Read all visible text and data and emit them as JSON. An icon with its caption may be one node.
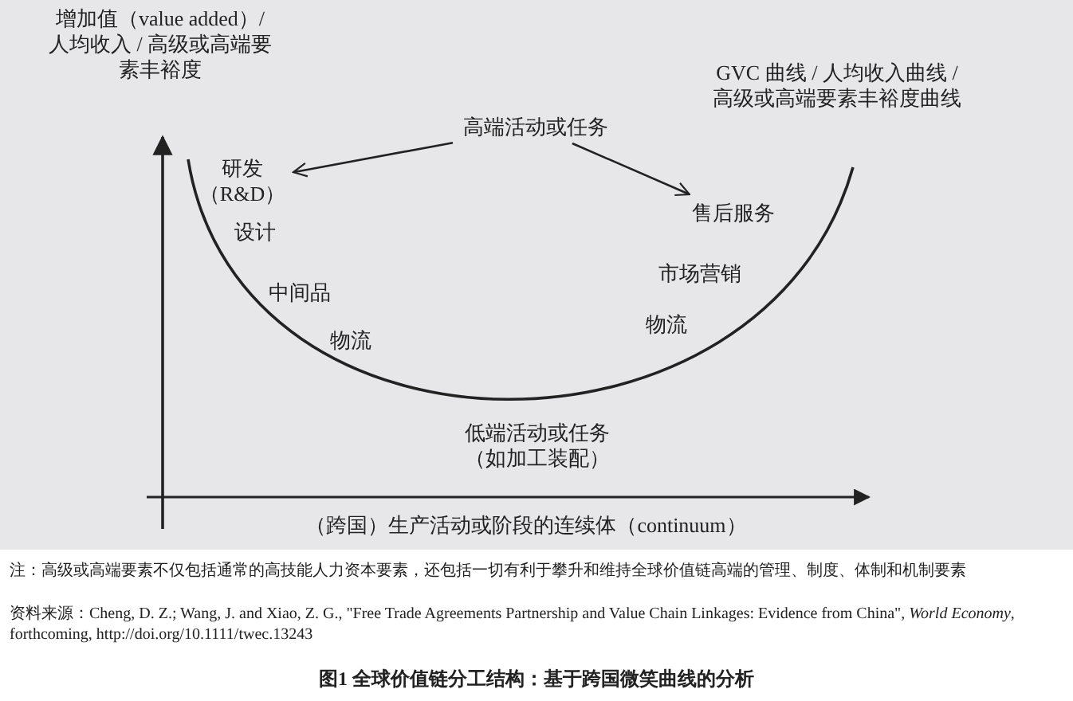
{
  "diagram": {
    "caption": "图1 全球价值链分工结构：基于跨国微笑曲线的分析",
    "nodes": [
      {
        "text": [
          "高端活动或任务"
        ]
      },
      {
        "text": [
          "研发（R&D）"
        ]
      },
      {
        "text": [
          "售后服务"
        ]
      }
    ],
    "edges": [
      {
        "from": 0,
        "to": 1,
        "arrow": "to"
      },
      {
        "from": 0,
        "to": 2,
        "arrow": "to"
      }
    ],
    "labels": [
      "增加值（value added）/ 人均收入 / 高级或高端要素丰裕度",
      "GVC 曲线 / 人均收入曲线 / 高级或高端要素丰裕度曲线",
      "设计",
      "市场营销",
      "中间品",
      "物流",
      "物流",
      "低端活动或任务（如加工装配）",
      "（跨国）生产活动或阶段的连续体（continuum）",
      "注：高级或高端要素不仅包括通常的高技能人力资本要素，还包括一切有利于攀升和维持全球价值链高端的管理、制度、体制和机制要素",
      "资料来源：Cheng, D. Z.; Wang, J. and Xiao, Z. G., \"Free Trade Agreements Partnership and Value Chain Linkages: Evidence from China\", *World Economy*, forthcoming, http://doi.org/10.1111/twec.13243"
    ]
  }
}
